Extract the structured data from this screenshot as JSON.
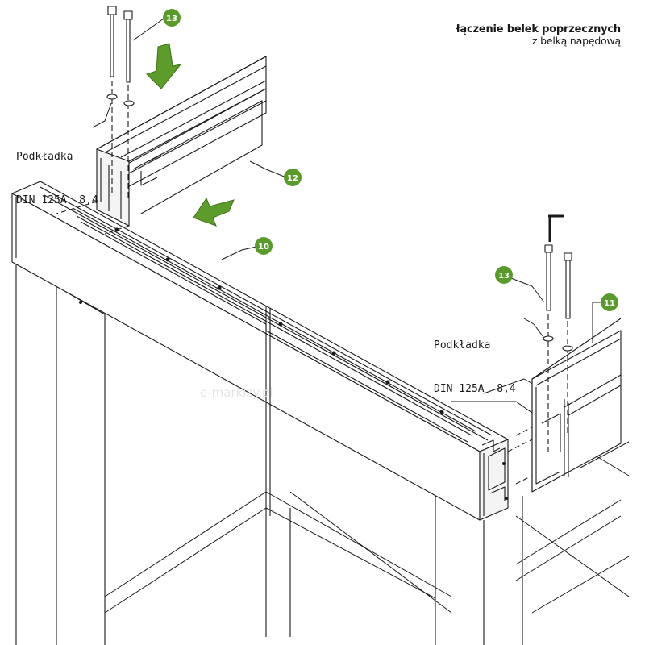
{
  "title": {
    "main": "łączenie belek poprzecznych",
    "sub": "z belką napędową"
  },
  "labels": {
    "washer_top": {
      "line1": "Podkładka",
      "line2": "DIN 125A  8,4"
    },
    "washer_right": {
      "line1": "Podkładka",
      "line2": "DIN 125A  8,4"
    }
  },
  "callouts": {
    "c13_top": "13",
    "c12": "12",
    "c10": "10",
    "c13_right": "13",
    "c11": "11"
  },
  "watermark": "e-markizy.pl",
  "colors": {
    "callout_green": "#5a9a2c",
    "arrow_green": "#5d9c2a",
    "line": "#1a1a1a",
    "face_light": "#ffffff",
    "face_shade": "#f2f2f2",
    "frame_shade": "#dcdcdc"
  }
}
